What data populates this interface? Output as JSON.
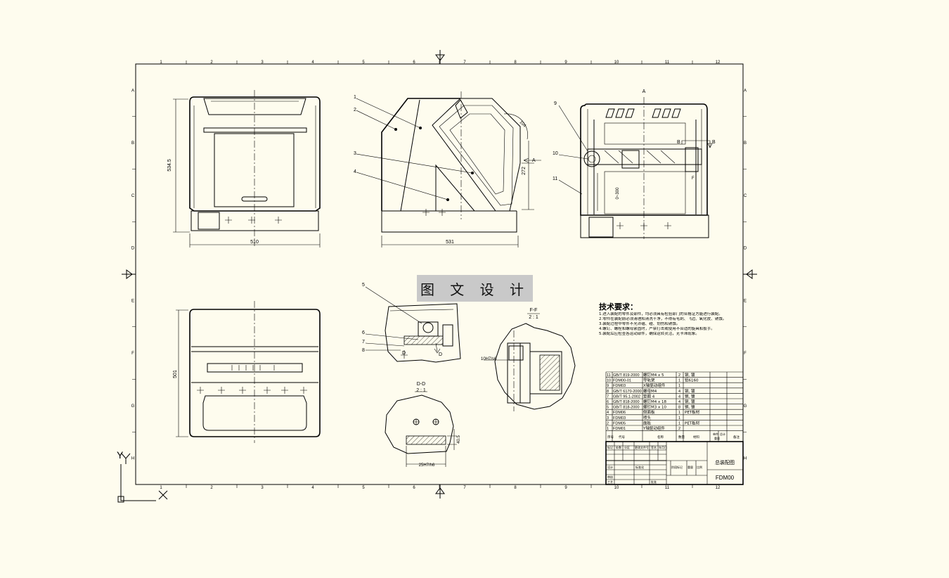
{
  "sheet": {
    "columns": [
      "1",
      "2",
      "3",
      "4",
      "5",
      "6",
      "7",
      "8",
      "9",
      "10",
      "11",
      "12"
    ],
    "rows": [
      "A",
      "B",
      "C",
      "D",
      "E",
      "F",
      "G",
      "H"
    ]
  },
  "dimensions": {
    "front_height": "534.5",
    "front_width": "510",
    "side_width": "531",
    "side_height": "272",
    "side_angle": "104",
    "right_range": "0~300",
    "top_height": "501",
    "dd_fit": "25H7/h6",
    "dd_dim": "40.5",
    "ff_fit": "10H7/s6"
  },
  "balloons": {
    "side": [
      "1",
      "2",
      "3",
      "4"
    ],
    "right": [
      "9",
      "10",
      "11"
    ],
    "detail": [
      "5",
      "6",
      "7",
      "8"
    ]
  },
  "view_labels": {
    "a_top": "A",
    "a_arrow": "A",
    "b_left": "B",
    "b_right": "B",
    "f_mark": "F",
    "d_left": "D",
    "d_right": "D",
    "ff_title": "F-F",
    "ff_scale": "2 : 1",
    "dd_title": "D-D",
    "dd_scale": "2 : 1"
  },
  "watermark": "图 文 设 计",
  "tech_requirements": {
    "title": "技术要求：",
    "notes": [
      "1.进入装配的零件及部件，均必须具有检验部门的合格证方能进行装配。",
      "2.零件在装配前必须清理和清洗干净，不得有毛刺、飞边、氧化皮、锈蚀。",
      "3.装配过程中零件不允许磕、碰、划伤和锈蚀。",
      "4.螺钉、螺栓和螺母紧固时，严禁打击或使用不合适的旋具和扳手。",
      "5.装配后应检查各运动部件，确保运转灵活，无卡滞现象。"
    ]
  },
  "bom": [
    {
      "no": "11",
      "code": "GB/T 819-2000",
      "name": "螺钉M4 x 5",
      "qty": "2",
      "note": "钢, 镀"
    },
    {
      "no": "10",
      "code": "FDM00-01",
      "name": "导轨架",
      "qty": "1",
      "note": "铝6160"
    },
    {
      "no": "9",
      "code": "FDM03",
      "name": "X轴驱动组件",
      "qty": "1",
      "note": ""
    },
    {
      "no": "8",
      "code": "GB/T 6170-2000",
      "name": "螺母M4",
      "qty": "4",
      "note": "钢, 镀"
    },
    {
      "no": "7",
      "code": "GB/T 95.1-2002",
      "name": "垫圈 4",
      "qty": "4",
      "note": "钢, 镀"
    },
    {
      "no": "6",
      "code": "GB/T 818-2000",
      "name": "螺钉M4 x 18",
      "qty": "4",
      "note": "钢, 镀"
    },
    {
      "no": "5",
      "code": "GB/T 818-2000",
      "name": "螺钉M3 x 10",
      "qty": "8",
      "note": "钢, 镀"
    },
    {
      "no": "4",
      "code": "FDM06",
      "name": "侧面板",
      "qty": "1",
      "note": "PET板材"
    },
    {
      "no": "3",
      "code": "FDM03",
      "name": "喷头",
      "qty": "1",
      "note": ""
    },
    {
      "no": "2",
      "code": "FDM05",
      "name": "面板",
      "qty": "1",
      "note": "PET板材"
    },
    {
      "no": "1",
      "code": "FDM01",
      "name": "Y轴驱动组件",
      "qty": "2",
      "note": ""
    }
  ],
  "bom_header": {
    "no": "序号",
    "code": "代号",
    "name": "名称",
    "qty": "数量",
    "material": "材料",
    "unit_weight": "单件",
    "total_weight": "总计",
    "weight": "重量",
    "note": "备注"
  },
  "title_block": {
    "title": "总装配图",
    "drawing_no": "FDM00",
    "cells": [
      "标记",
      "处数",
      "分区",
      "更改文件号",
      "签名",
      "年月日",
      "设计",
      "标准化",
      "阶段标记",
      "重量",
      "比例",
      "审核",
      "工艺",
      "批准"
    ]
  },
  "ucs": {
    "x": "X",
    "y": "Y"
  }
}
